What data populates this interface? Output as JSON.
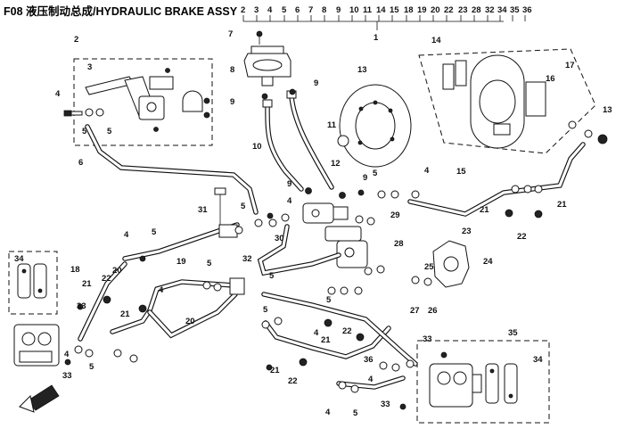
{
  "title": "F08 液压制动总成/HYDRAULIC BRAKE ASSY",
  "legend_numbers": [
    "2",
    "3",
    "4",
    "5",
    "6",
    "7",
    "8",
    "9",
    "10",
    "11",
    "14",
    "15",
    "18",
    "19",
    "20",
    "22",
    "23",
    "28",
    "32",
    "34",
    "35",
    "36"
  ],
  "legend_callout": "1",
  "callouts": {
    "c2": "2",
    "c3": "3",
    "c4a": "4",
    "c5a": "5",
    "c5b": "5",
    "c6": "6",
    "c7": "7",
    "c8": "8",
    "c9a": "9",
    "c9b": "9",
    "c10": "10",
    "c11": "11",
    "c12": "12",
    "c13": "13",
    "c14": "14",
    "c15": "15",
    "c16": "16",
    "c17": "17",
    "c13b": "13",
    "c9c": "9",
    "c9d": "9",
    "c5c": "5",
    "c4b": "4",
    "c31": "31",
    "c5d": "5",
    "c4c": "4",
    "c30": "30",
    "c29": "29",
    "c28": "28",
    "c21a": "21",
    "c21b": "21",
    "c22": "22",
    "c23": "23",
    "c24": "24",
    "c25": "25",
    "c27": "27",
    "c26": "26",
    "c4d": "4",
    "c5e": "5",
    "c19": "19",
    "c20a": "20",
    "c20b": "20",
    "c34a": "34",
    "c18": "18",
    "c21c": "21",
    "c22b": "22",
    "c33a": "33",
    "c21d": "21",
    "c4e": "4",
    "c5f": "5",
    "c32": "32",
    "c5g": "5",
    "c4f": "4",
    "c21e": "21",
    "c22c": "22",
    "c33b": "33",
    "c5h": "5",
    "c5i": "5",
    "c4g": "4",
    "c36": "36",
    "c21f": "21",
    "c22d": "22",
    "c4h": "4",
    "c5j": "5",
    "c33c": "33",
    "c35": "35",
    "c34b": "34",
    "c33d": "33",
    "c4i": "4",
    "c5k": "5"
  },
  "icons": {
    "direction_arrow": "front-arrow-icon"
  }
}
